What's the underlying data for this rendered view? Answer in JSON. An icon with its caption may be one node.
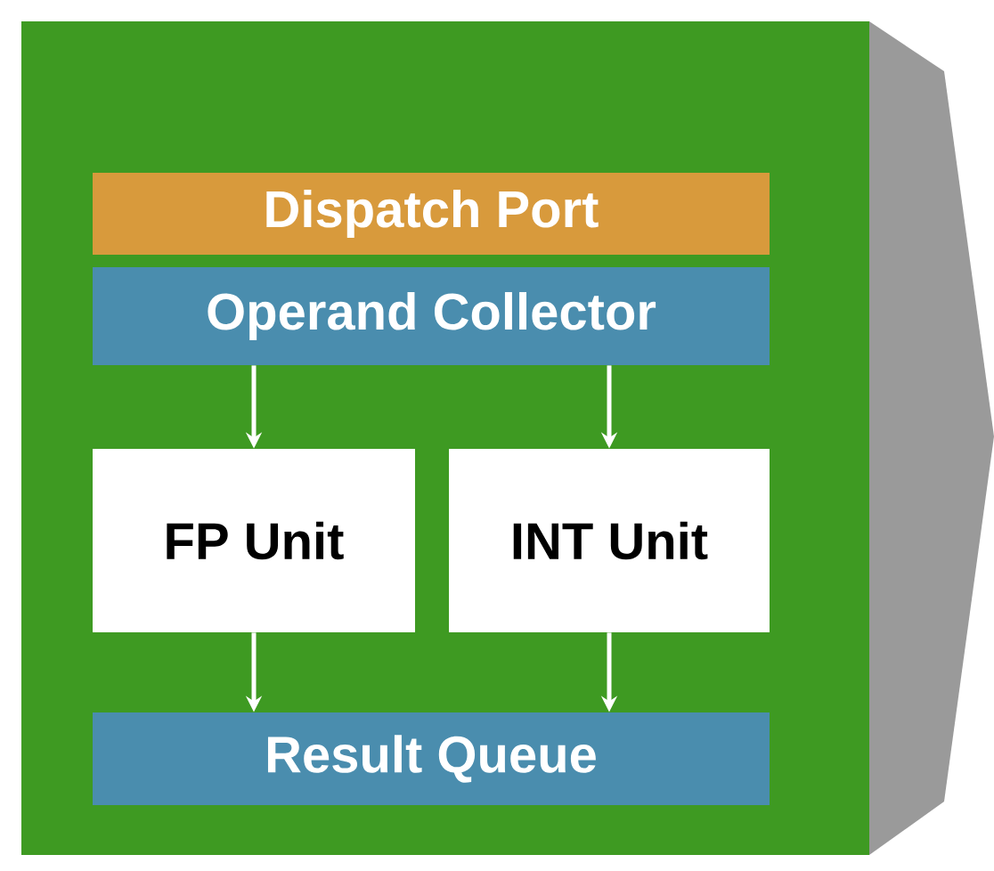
{
  "diagram": {
    "nodes": [
      {
        "text": [],
        "shape": "box"
      },
      {
        "text": [
          "Dispatch Port"
        ],
        "in": 0
      },
      {
        "text": [
          "Operand Collector"
        ],
        "in": 0
      },
      {
        "text": [
          "FP Unit"
        ],
        "in": 0
      },
      {
        "text": [
          "INT Unit"
        ],
        "in": 0
      },
      {
        "text": [
          "Result Queue"
        ],
        "in": 0
      }
    ],
    "edges": [
      {
        "from": 2,
        "to": 3,
        "arrow": "to"
      },
      {
        "from": 2,
        "to": 4,
        "arrow": "to"
      },
      {
        "from": 3,
        "to": 5,
        "arrow": "to"
      },
      {
        "from": 4,
        "to": 5,
        "arrow": "to"
      }
    ]
  }
}
